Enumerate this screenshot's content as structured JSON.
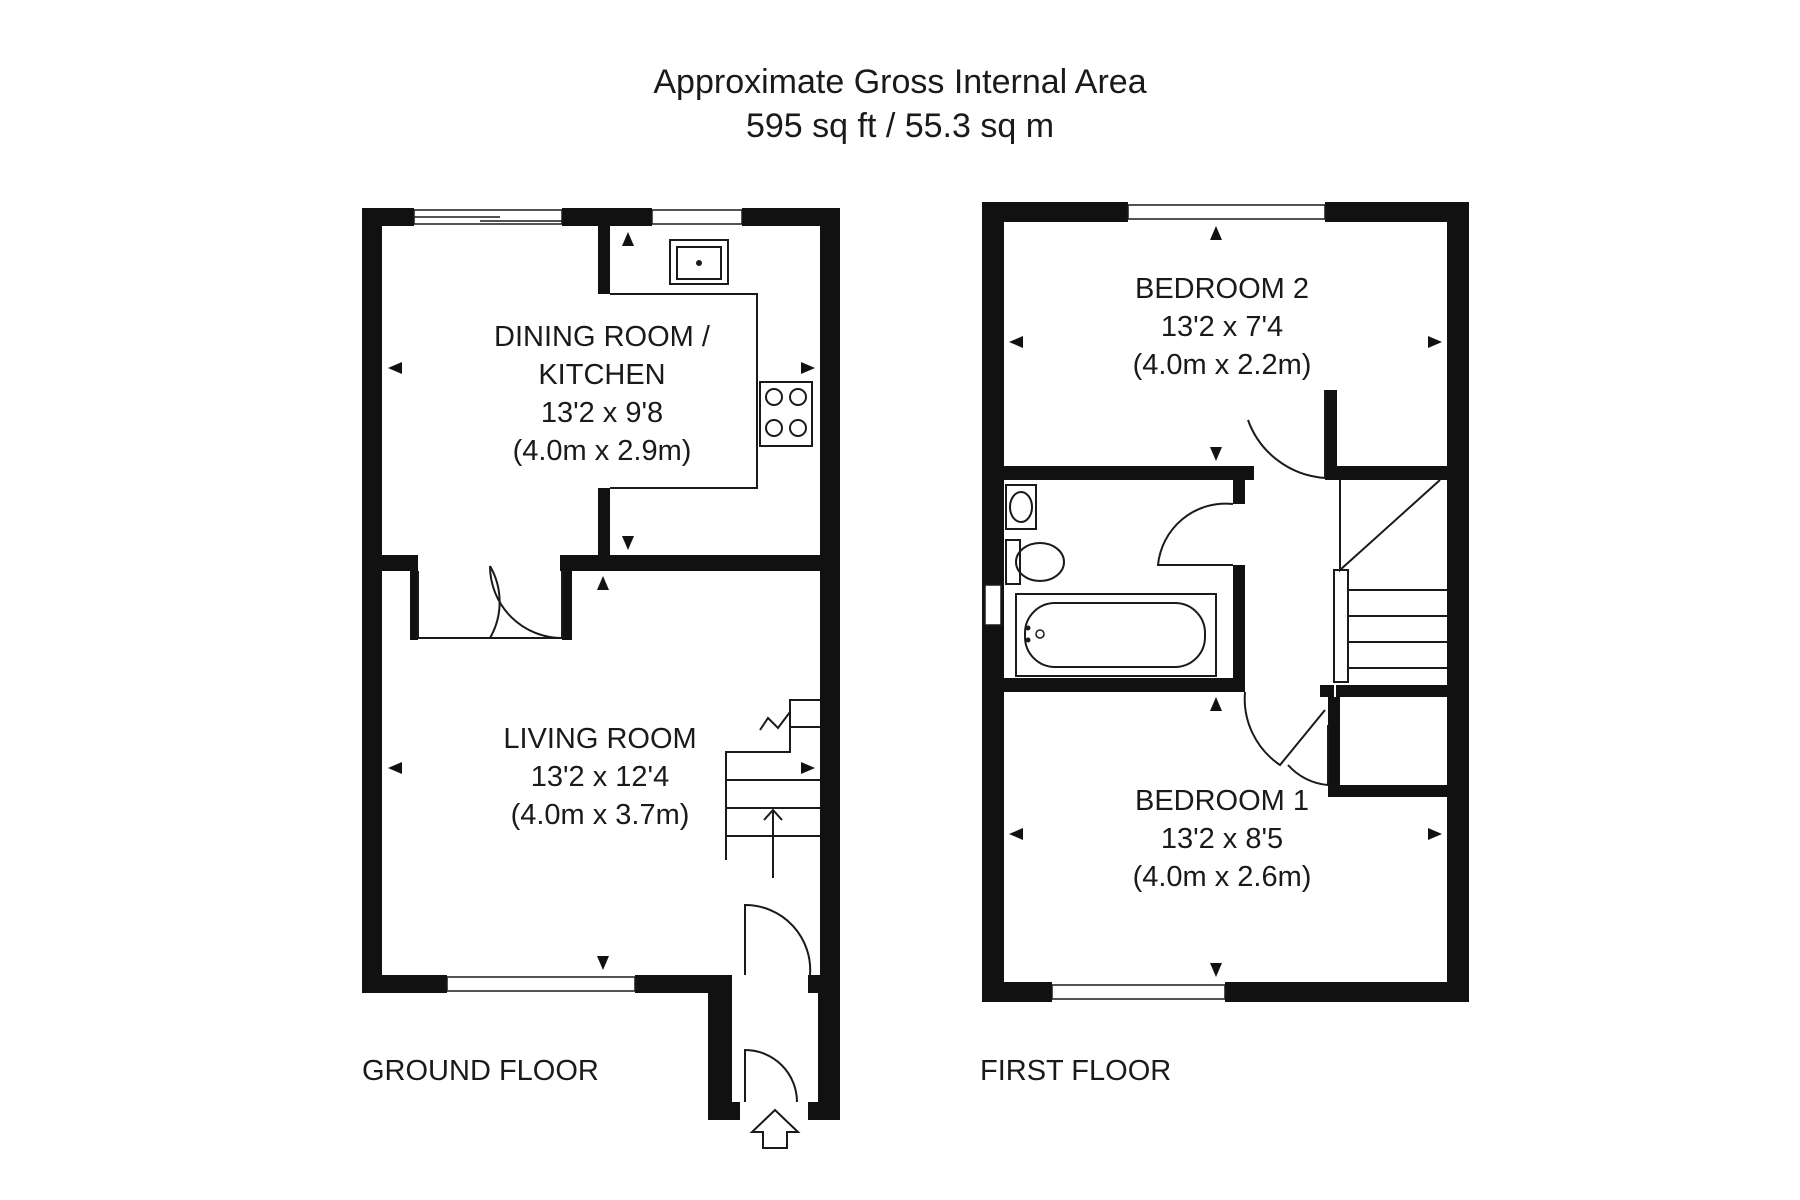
{
  "header": {
    "title": "Approximate Gross Internal Area",
    "area": "595 sq ft / 55.3 sq m"
  },
  "ground_floor": {
    "label": "GROUND FLOOR",
    "rooms": [
      {
        "name_line1": "DINING ROOM /",
        "name_line2": "KITCHEN",
        "size_imperial": "13'2 x 9'8",
        "size_metric": "(4.0m x 2.9m)"
      },
      {
        "name_line1": "LIVING ROOM",
        "size_imperial": "13'2 x 12'4",
        "size_metric": "(4.0m x 3.7m)"
      }
    ]
  },
  "first_floor": {
    "label": "FIRST FLOOR",
    "rooms": [
      {
        "name_line1": "BEDROOM 2",
        "size_imperial": "13'2 x 7'4",
        "size_metric": "(4.0m x 2.2m)"
      },
      {
        "name_line1": "BEDROOM 1",
        "size_imperial": "13'2 x 8'5",
        "size_metric": "(4.0m x 2.6m)"
      }
    ]
  }
}
